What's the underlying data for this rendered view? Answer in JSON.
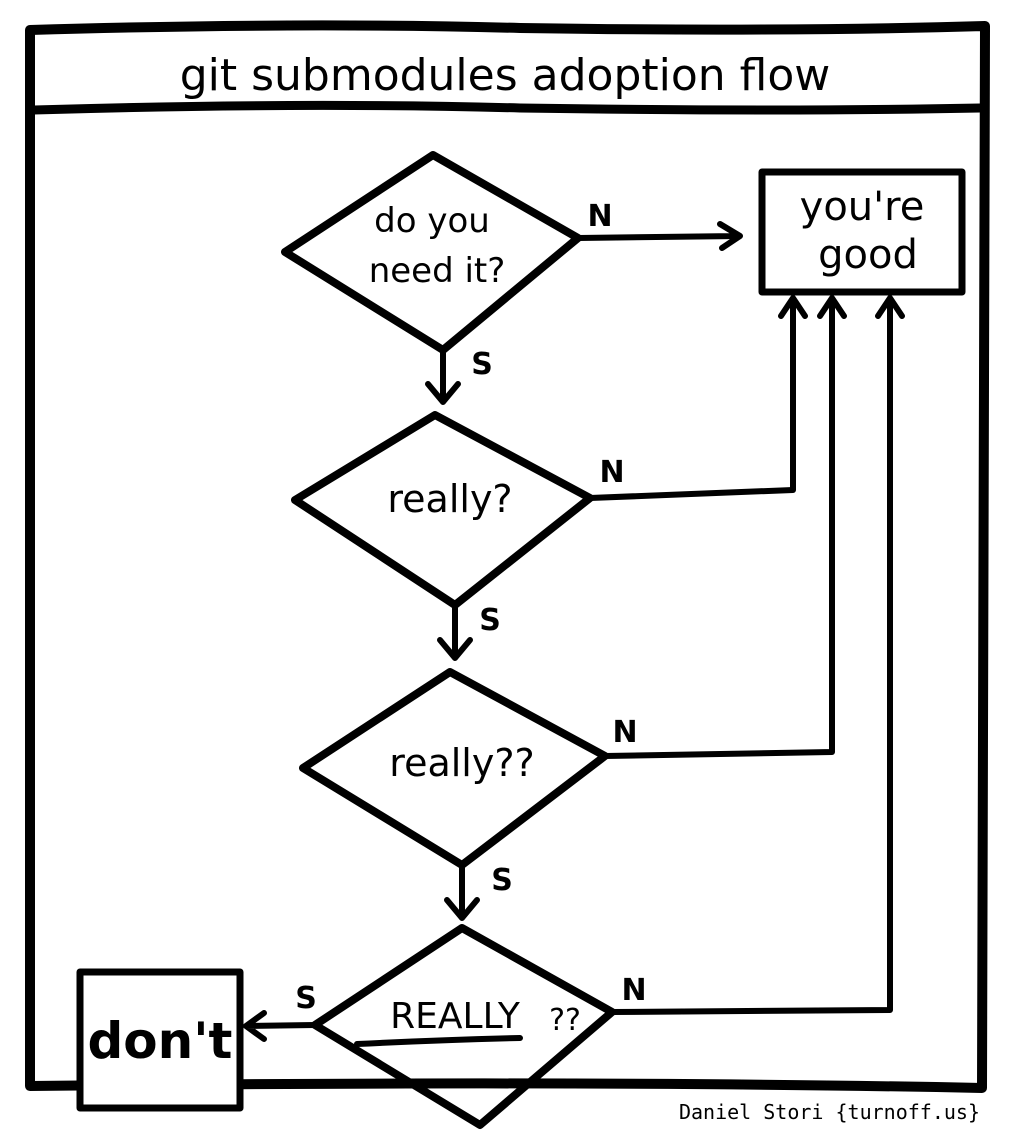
{
  "title": "git submodules adoption flow",
  "credit": "Daniel Stori {turnoff.us}",
  "nodes": {
    "q1": {
      "line1": "do you",
      "line2": "need it?"
    },
    "q2": {
      "label": "really?"
    },
    "q3": {
      "label": "really??"
    },
    "q4": {
      "label": "REALLY",
      "suffix": "??"
    },
    "good": {
      "line1": "you're",
      "line2": "good"
    },
    "dont": {
      "label": "don't"
    }
  },
  "edge_labels": {
    "yes": "S",
    "no": "N"
  }
}
